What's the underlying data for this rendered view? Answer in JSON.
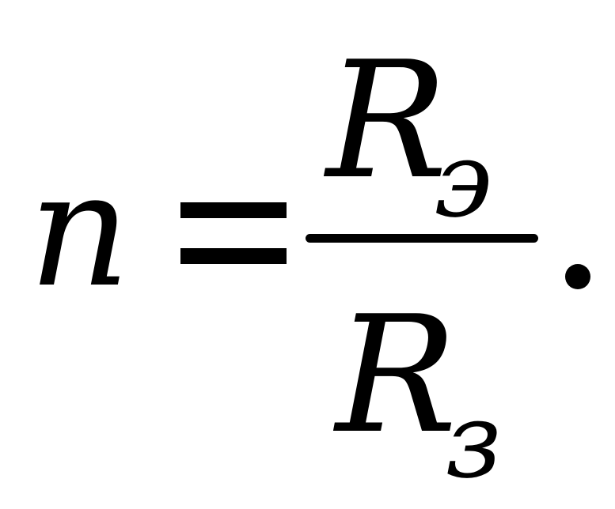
{
  "formula": {
    "lhs": "n",
    "equals": "=",
    "numerator": {
      "symbol": "R",
      "subscript": "э"
    },
    "denominator": {
      "symbol": "R",
      "subscript": "з"
    },
    "terminator": "."
  }
}
